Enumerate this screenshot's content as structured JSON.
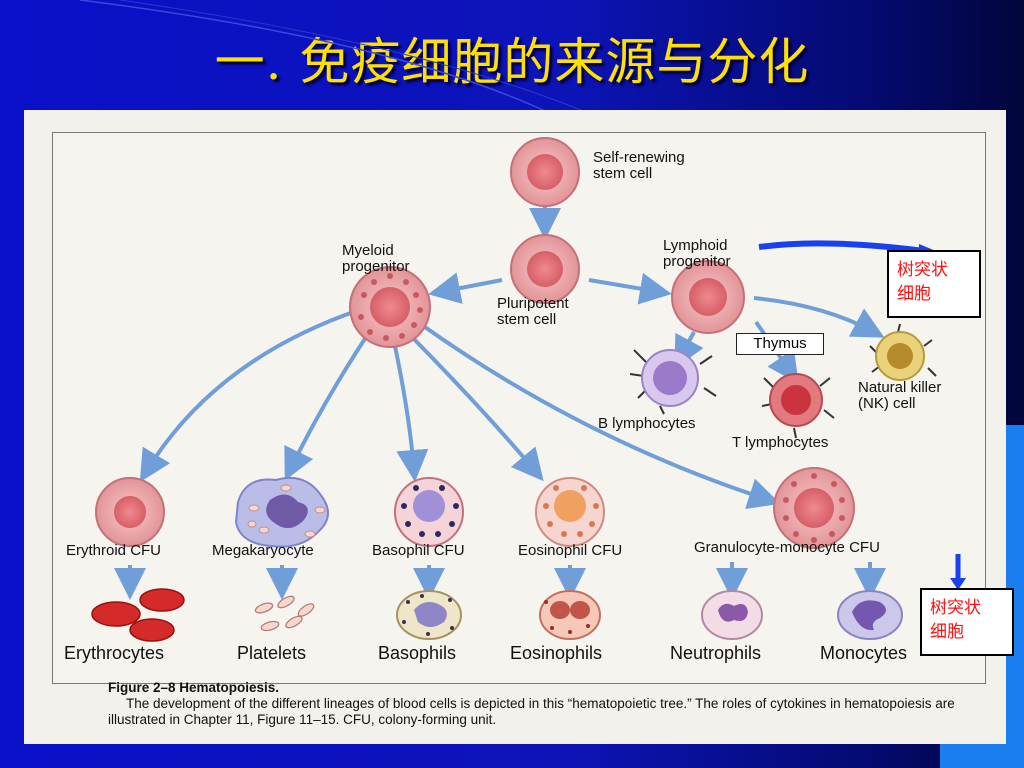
{
  "slide": {
    "title": "一. 免疫细胞的来源与分化",
    "colors": {
      "title": "#ffe000",
      "background": "#0a10c8",
      "note_text": "#ff1010",
      "arrow": "#6f9ed8"
    }
  },
  "figure": {
    "nodes": {
      "stem": "Self-renewing\nstem cell",
      "myeloid": "Myeloid\nprogenitor",
      "pluripotent": "Pluripotent\nstem cell",
      "lymphoid": "Lymphoid\nprogenitor",
      "thymus": "Thymus",
      "b_lymph": "B lymphocytes",
      "t_lymph": "T lymphocytes",
      "nk": "Natural killer\n(NK) cell",
      "erythroid_cfu": "Erythroid CFU",
      "megakaryocyte": "Megakaryocyte",
      "basophil_cfu": "Basophil CFU",
      "eosinophil_cfu": "Eosinophil CFU",
      "gm_cfu": "Granulocyte-monocyte CFU",
      "erythrocytes": "Erythrocytes",
      "platelets": "Platelets",
      "basophils": "Basophils",
      "eosinophils": "Eosinophils",
      "neutrophils": "Neutrophils",
      "monocytes": "Monocytes"
    },
    "caption": {
      "title": "Figure 2–8   Hematopoiesis.",
      "text": "The development of the different lineages of blood cells is depicted in this “hematopoietic tree.” The roles of cytokines in hematopoiesis are illustrated in Chapter 11, Figure 11–15. CFU, colony-forming unit."
    }
  },
  "annotations": {
    "note_top": "树突状\n细胞",
    "note_bottom": "树突状\n细胞"
  }
}
